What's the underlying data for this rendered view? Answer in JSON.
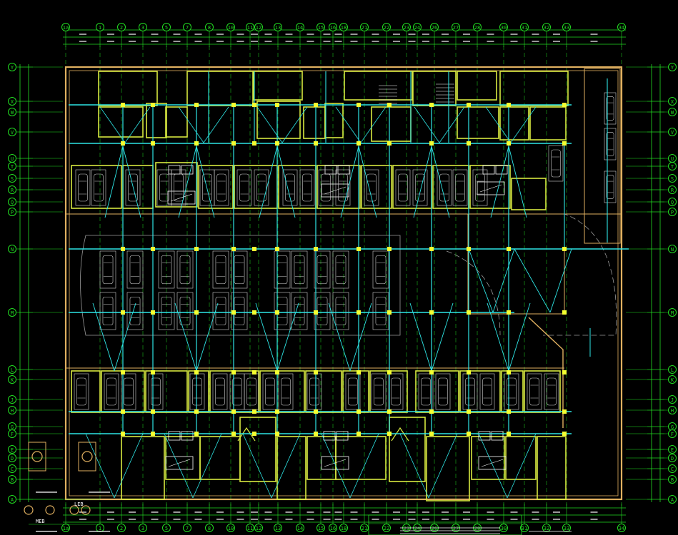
{
  "drawing": {
    "top_grid_labels": [
      "1a",
      "1",
      "2",
      "3",
      "5",
      "7",
      "8",
      "10",
      "11",
      "12",
      "13",
      "14",
      "15",
      "16",
      "18",
      "21",
      "22",
      "23",
      "24",
      "26",
      "27",
      "28",
      "30",
      "31",
      "32",
      "33",
      "34"
    ],
    "side_grid_labels": [
      "Y",
      "X",
      "W",
      "V",
      "U",
      "T",
      "S",
      "R",
      "Q",
      "P",
      "N",
      "M",
      "L",
      "K",
      "J",
      "H",
      "G",
      "F",
      "E",
      "D",
      "C",
      "B",
      "A"
    ],
    "legend_items": [
      "MEB",
      "LEB"
    ],
    "notes_title": "",
    "colors": {
      "background": "#000000",
      "grid_axis": "#22dd22",
      "walls": "#d8e840",
      "outer_wall": "#e0b060",
      "tray": "#2ee6e6",
      "cars": "#cfcfcf",
      "ramp": "#9a9a9a",
      "bubble": "#22dd22",
      "text": "#ffffff",
      "node": "#f4ff30"
    }
  }
}
